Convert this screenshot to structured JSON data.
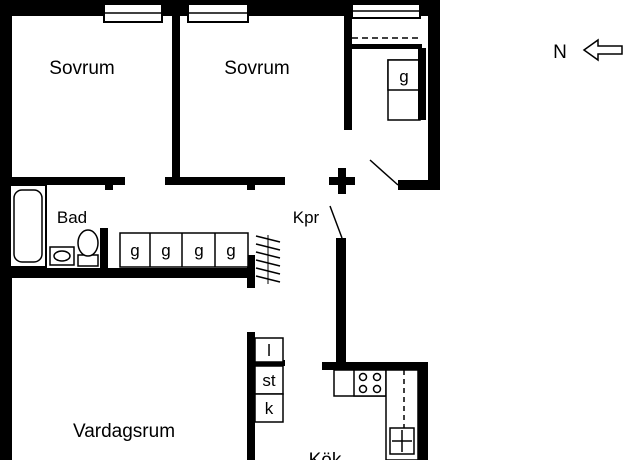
{
  "rooms": {
    "bedroom_left": "Sovrum",
    "bedroom_right": "Sovrum",
    "bathroom": "Bad",
    "hallway": "Kpr",
    "living_room": "Vardagsrum",
    "kitchen": "Kök"
  },
  "closets": {
    "g_labels": [
      "g",
      "g",
      "g",
      "g"
    ],
    "upper_g": "g",
    "l": "l",
    "st": "st",
    "k": "k"
  },
  "compass": {
    "label": "N",
    "arrow_icon": "left-arrow-icon"
  }
}
